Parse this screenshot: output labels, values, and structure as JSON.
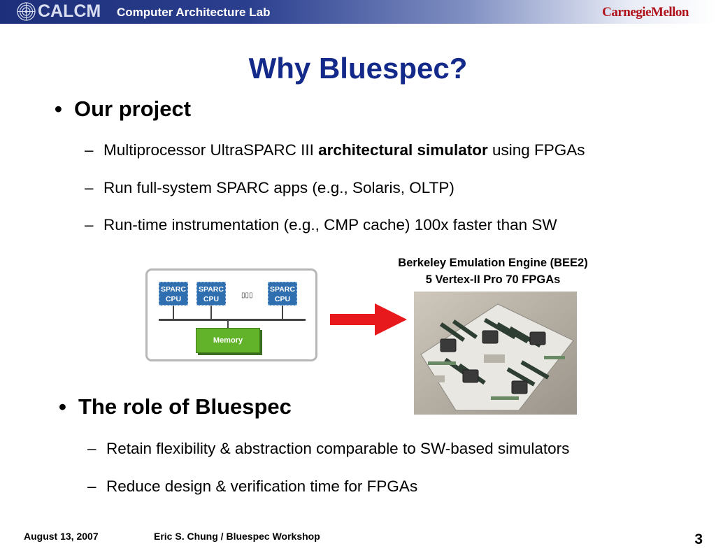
{
  "header": {
    "logo": "CALCM",
    "lab": "Computer Architecture Lab",
    "university": "CarnegieMellon"
  },
  "title": "Why Bluespec?",
  "section1": {
    "heading": "Our project",
    "items": [
      {
        "pre": "Multiprocessor UltraSPARC III ",
        "bold": "architectural simulator",
        "post": " using FPGAs"
      },
      {
        "text": "Run full-system SPARC apps (e.g., Solaris, OLTP)"
      },
      {
        "text": "Run-time instrumentation (e.g., CMP cache) 100x faster than SW"
      }
    ]
  },
  "diagram": {
    "cpus": [
      {
        "line1": "SPARC",
        "line2": "CPU"
      },
      {
        "line1": "SPARC",
        "line2": "CPU"
      },
      {
        "line1": "SPARC",
        "line2": "CPU"
      }
    ],
    "ellipsis": "▯▯▯",
    "memory": "Memory"
  },
  "photo": {
    "caption_line1": "Berkeley Emulation Engine (BEE2)",
    "caption_line2": "5 Vertex-II Pro 70 FPGAs"
  },
  "section2": {
    "heading": "The role of Bluespec",
    "items": [
      {
        "text": "Retain flexibility & abstraction comparable to SW-based simulators"
      },
      {
        "text": "Reduce design & verification time for FPGAs"
      }
    ]
  },
  "footer": {
    "date": "August 13, 2007",
    "author": "Eric S. Chung / Bluespec Workshop",
    "page": "3"
  },
  "colors": {
    "title": "#142a8a",
    "cmu": "#b0121b",
    "arrow": "#e8191d",
    "cpu": "#2f6fb0",
    "memory": "#62b22a"
  }
}
